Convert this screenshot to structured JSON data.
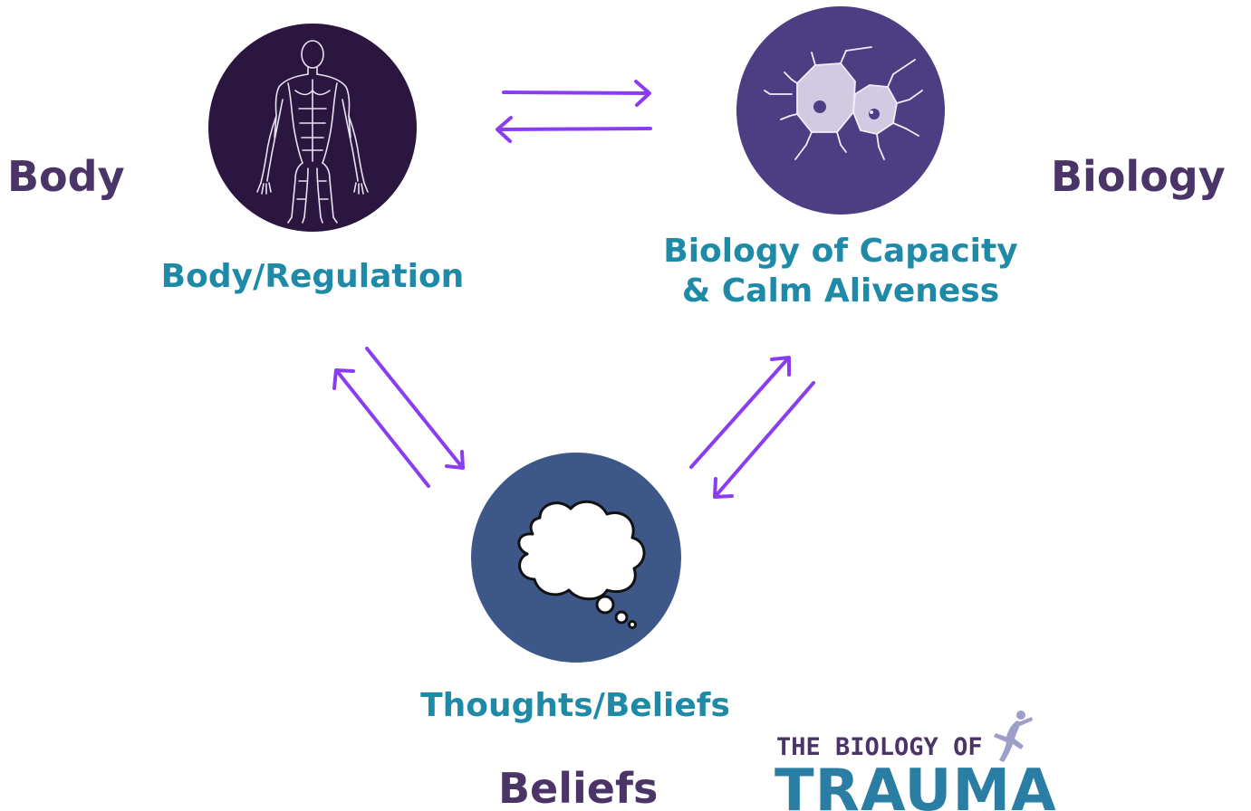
{
  "side_labels": {
    "body": "Body",
    "biology": "Biology",
    "beliefs": "Beliefs"
  },
  "nodes": {
    "body_regulation": {
      "caption": "Body/Regulation",
      "icon": "human-anatomy-figure",
      "fill_color": "#2b1640"
    },
    "biology_capacity": {
      "caption_line1": "Biology of Capacity",
      "caption_line2": "& Calm Aliveness",
      "icon": "cells-diagram",
      "fill_color": "#4d3d82"
    },
    "thoughts_beliefs": {
      "caption": "Thoughts/Beliefs",
      "icon": "thought-bubble",
      "fill_color": "#3d5888"
    }
  },
  "arrows": {
    "color": "#8a3df0",
    "pairs": [
      "body-biology",
      "body-thoughts",
      "thoughts-biology"
    ]
  },
  "colors": {
    "caption": "#1f8aa8",
    "side_label": "#4a3468"
  },
  "logo": {
    "line1": "THE BIOLOGY OF",
    "line2": "TRAUMA"
  }
}
